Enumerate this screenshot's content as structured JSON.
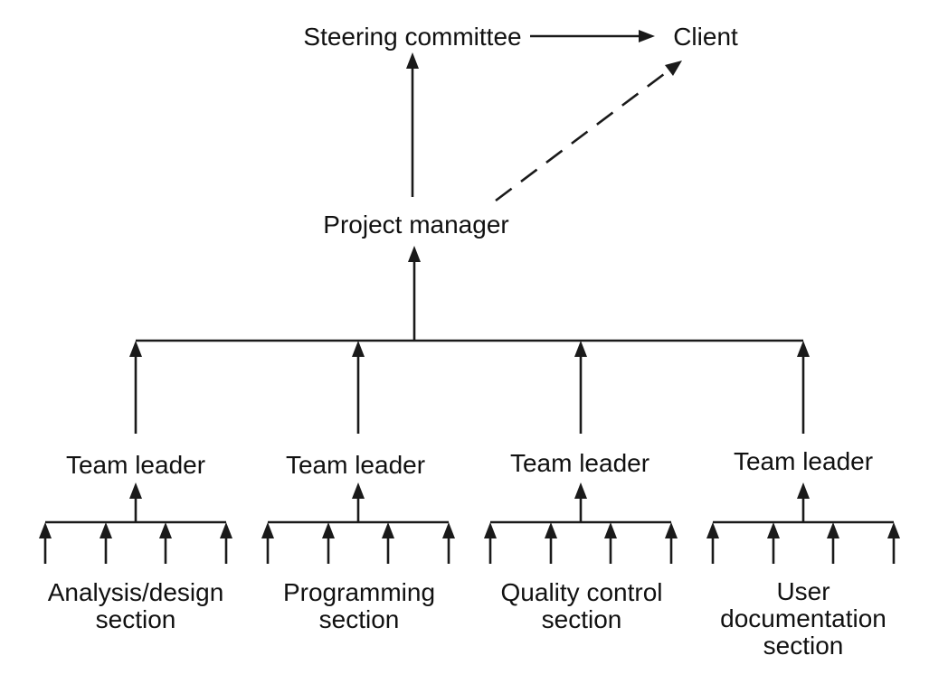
{
  "nodes": {
    "steering_committee": "Steering committee",
    "client": "Client",
    "project_manager": "Project manager",
    "team_leader": "Team leader"
  },
  "sections": [
    {
      "line1": "Analysis/design",
      "line2": "section",
      "line3": ""
    },
    {
      "line1": "Programming",
      "line2": "section",
      "line3": ""
    },
    {
      "line1": "Quality control",
      "line2": "section",
      "line3": ""
    },
    {
      "line1": "User",
      "line2": "documentation",
      "line3": "section"
    }
  ],
  "colors": {
    "ink": "#1a1a1a",
    "background": "#ffffff"
  }
}
